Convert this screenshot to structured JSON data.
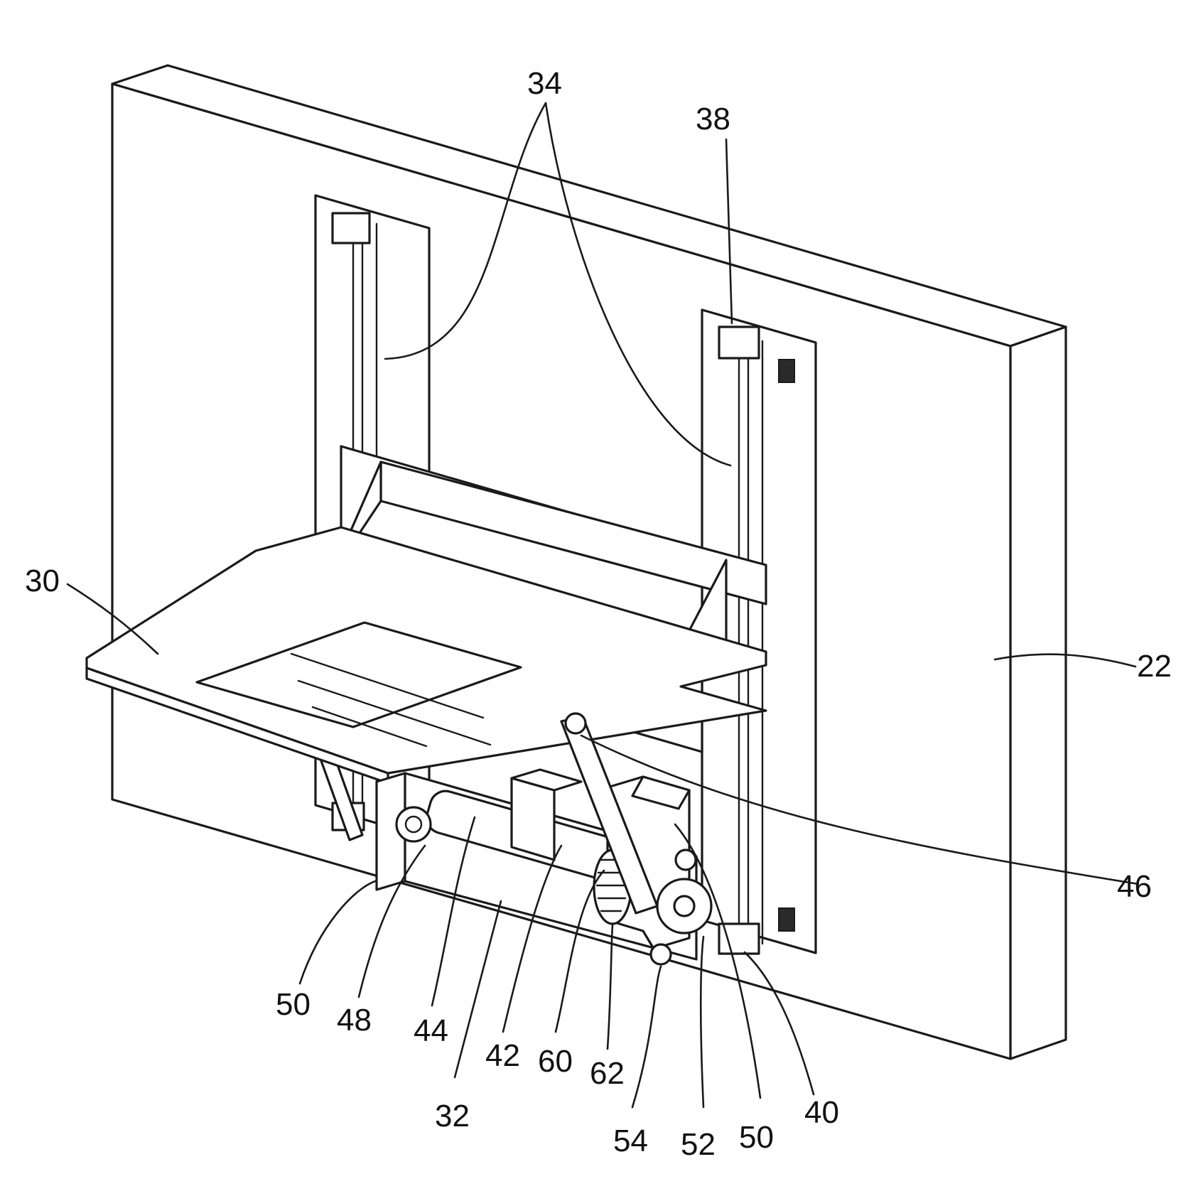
{
  "references": {
    "ref_34": "34",
    "ref_38": "38",
    "ref_30": "30",
    "ref_22": "22",
    "ref_46": "46",
    "ref_50_left": "50",
    "ref_48": "48",
    "ref_44": "44",
    "ref_42": "42",
    "ref_60": "60",
    "ref_62": "62",
    "ref_32": "32",
    "ref_54": "54",
    "ref_52": "52",
    "ref_50_right": "50",
    "ref_40": "40"
  }
}
